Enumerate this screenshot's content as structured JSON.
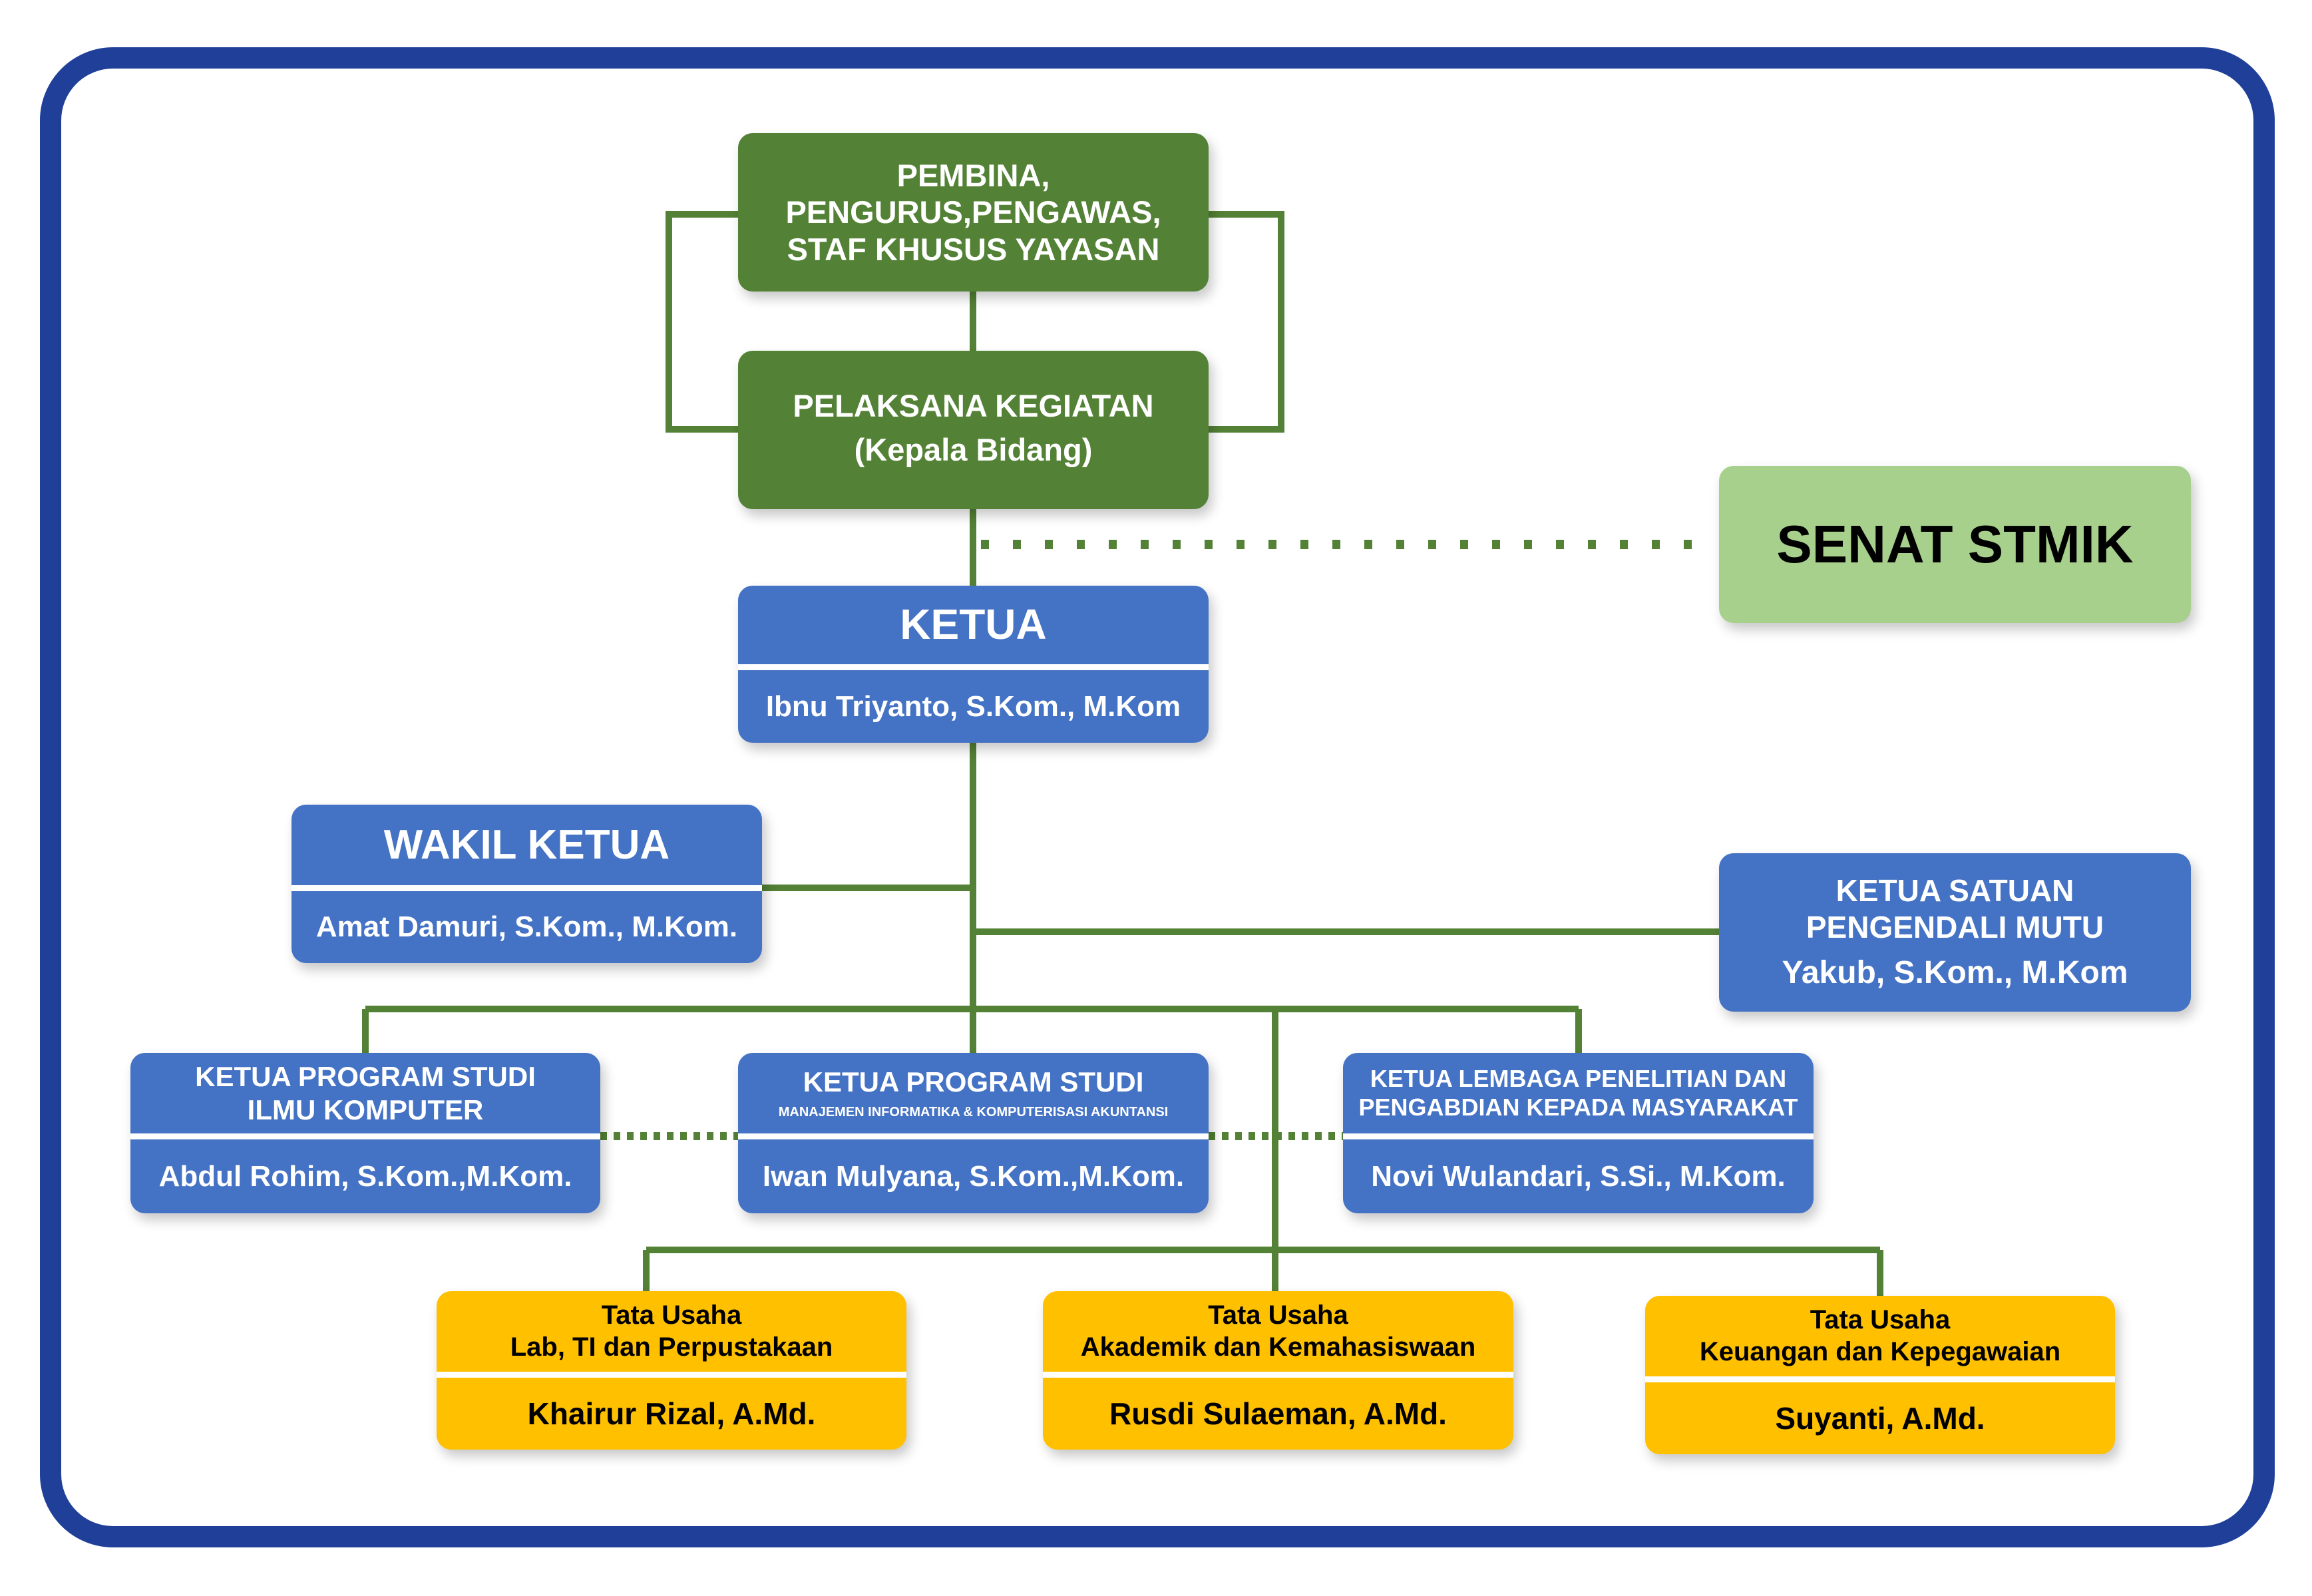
{
  "diagram": {
    "title": "Struktur Organisasi STMIK",
    "colors": {
      "frame": "#1f3f99",
      "foundation": "#538135",
      "senate": "#a8d08d",
      "leadership": "#4472c4",
      "admin": "#ffc000",
      "connector": "#538135"
    },
    "foundation": {
      "board": [
        "PEMBINA,",
        "PENGURUS,PENGAWAS,",
        "STAF KHUSUS YAYASAN"
      ],
      "executor": [
        "PELAKSANA KEGIATAN",
        "(Kepala Bidang)"
      ]
    },
    "senate": {
      "label": "SENAT STMIK"
    },
    "chair": {
      "title": "KETUA",
      "name": "Ibnu Triyanto, S.Kom., M.Kom"
    },
    "vice_chair": {
      "title": "WAKIL KETUA",
      "name": "Amat Damuri, S.Kom., M.Kom."
    },
    "quality_unit": {
      "title": [
        "KETUA SATUAN",
        "PENGENDALI MUTU"
      ],
      "name": "Yakub, S.Kom., M.Kom"
    },
    "units": [
      {
        "title": [
          "KETUA PROGRAM STUDI",
          "ILMU KOMPUTER"
        ],
        "name": "Abdul Rohim, S.Kom.,M.Kom."
      },
      {
        "title": [
          "KETUA PROGRAM STUDI",
          "MANAJEMEN INFORMATIKA & KOMPUTERISASI AKUNTANSI"
        ],
        "name": "Iwan Mulyana, S.Kom.,M.Kom."
      },
      {
        "title": [
          "KETUA LEMBAGA PENELITIAN DAN",
          "PENGABDIAN KEPADA MASYARAKAT"
        ],
        "name": "Novi Wulandari, S.Si., M.Kom."
      }
    ],
    "admin": [
      {
        "title": [
          "Tata Usaha",
          "Lab, TI dan Perpustakaan"
        ],
        "name": "Khairur Rizal, A.Md."
      },
      {
        "title": [
          "Tata Usaha",
          "Akademik dan Kemahasiswaan"
        ],
        "name": "Rusdi Sulaeman, A.Md."
      },
      {
        "title": [
          "Tata Usaha",
          "Keuangan dan Kepegawaian"
        ],
        "name": "Suyanti, A.Md."
      }
    ]
  }
}
